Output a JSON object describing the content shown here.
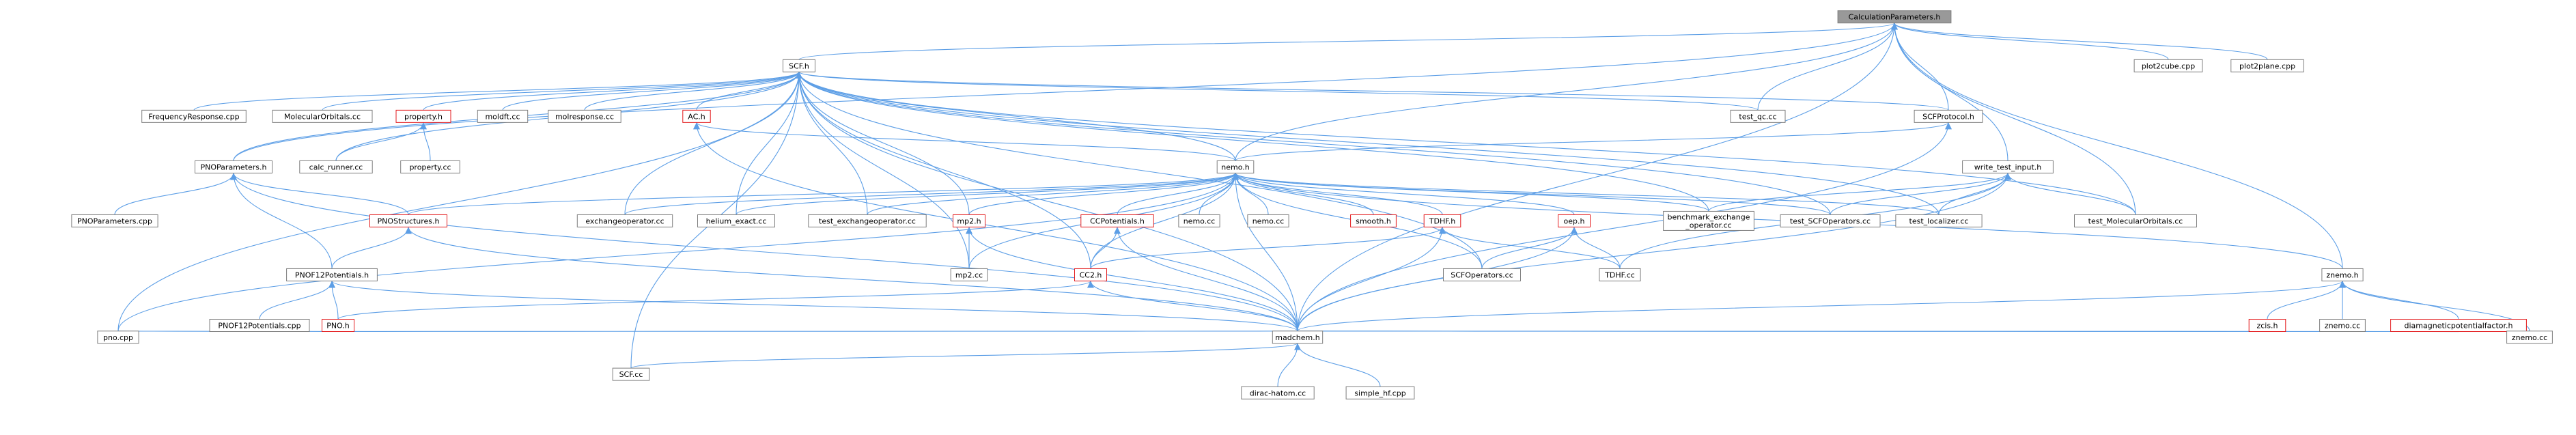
{
  "colors": {
    "edge": "#5c9ee6",
    "root_fill": "#999999",
    "normal_border": "#7d7d7d",
    "highlight_border": "#e31a1c",
    "text": "#000000"
  },
  "nodes": [
    {
      "id": "calcparams",
      "label": "CalculationParameters.h",
      "root": true
    },
    {
      "id": "scf_h",
      "label": "SCF.h"
    },
    {
      "id": "plot2cube",
      "label": "plot2cube.cpp"
    },
    {
      "id": "plot2plane",
      "label": "plot2plane.cpp"
    },
    {
      "id": "freqresp",
      "label": "FrequencyResponse.cpp"
    },
    {
      "id": "molorb",
      "label": "MolecularOrbitals.cc"
    },
    {
      "id": "property_h",
      "label": "property.h",
      "red": true
    },
    {
      "id": "moldft",
      "label": "moldft.cc"
    },
    {
      "id": "molresp",
      "label": "molresponse.cc"
    },
    {
      "id": "ac_h",
      "label": "AC.h",
      "red": true
    },
    {
      "id": "test_qc",
      "label": "test_qc.cc"
    },
    {
      "id": "scfprotocol",
      "label": "SCFProtocol.h"
    },
    {
      "id": "pnoparams",
      "label": "PNOParameters.h"
    },
    {
      "id": "calc_runner",
      "label": "calc_runner.cc"
    },
    {
      "id": "property_cc",
      "label": "property.cc"
    },
    {
      "id": "nemo_h",
      "label": "nemo.h"
    },
    {
      "id": "write_test",
      "label": "write_test_input.h"
    },
    {
      "id": "pnoparams_cpp",
      "label": "PNOParameters.cpp"
    },
    {
      "id": "pnostructures",
      "label": "PNOStructures.h",
      "red": true
    },
    {
      "id": "exchangeop",
      "label": "exchangeoperator.cc"
    },
    {
      "id": "helium_exact",
      "label": "helium_exact.cc"
    },
    {
      "id": "test_exchangeop",
      "label": "test_exchangeoperator.cc"
    },
    {
      "id": "mp2_h",
      "label": "mp2.h",
      "red": true
    },
    {
      "id": "ccpotentials",
      "label": "CCPotentials.h",
      "red": true
    },
    {
      "id": "nemo_cc1",
      "label": "nemo.cc"
    },
    {
      "id": "nemo_cc2",
      "label": "nemo.cc"
    },
    {
      "id": "smooth_h",
      "label": "smooth.h",
      "red": true
    },
    {
      "id": "tdhf_h",
      "label": "TDHF.h",
      "red": true
    },
    {
      "id": "oep_h",
      "label": "oep.h",
      "red": true
    },
    {
      "id": "benchmark",
      "label": "benchmark_exchange\n_operator.cc"
    },
    {
      "id": "test_scfops",
      "label": "test_SCFOperators.cc"
    },
    {
      "id": "test_localizer",
      "label": "test_localizer.cc"
    },
    {
      "id": "test_molorb",
      "label": "test_MolecularOrbitals.cc"
    },
    {
      "id": "pnof12pot_h",
      "label": "PNOF12Potentials.h"
    },
    {
      "id": "mp2_cc",
      "label": "mp2.cc"
    },
    {
      "id": "cc2_h",
      "label": "CC2.h",
      "red": true
    },
    {
      "id": "scfops_cc",
      "label": "SCFOperators.cc"
    },
    {
      "id": "tdhf_cc",
      "label": "TDHF.cc"
    },
    {
      "id": "znemo_h",
      "label": "znemo.h"
    },
    {
      "id": "pnof12pot_cpp",
      "label": "PNOF12Potentials.cpp"
    },
    {
      "id": "pno_h",
      "label": "PNO.h",
      "red": true
    },
    {
      "id": "zcis_h",
      "label": "zcis.h",
      "red": true
    },
    {
      "id": "znemo_cc1",
      "label": "znemo.cc"
    },
    {
      "id": "diamag",
      "label": "diamagneticpotentialfactor.h",
      "red": true
    },
    {
      "id": "pno_cpp",
      "label": "pno.cpp"
    },
    {
      "id": "madchem",
      "label": "madchem.h"
    },
    {
      "id": "znemo_cc2",
      "label": "znemo.cc"
    },
    {
      "id": "scf_cc",
      "label": "SCF.cc"
    },
    {
      "id": "dirac",
      "label": "dirac-hatom.cc"
    },
    {
      "id": "simple_hf",
      "label": "simple_hf.cpp"
    }
  ]
}
